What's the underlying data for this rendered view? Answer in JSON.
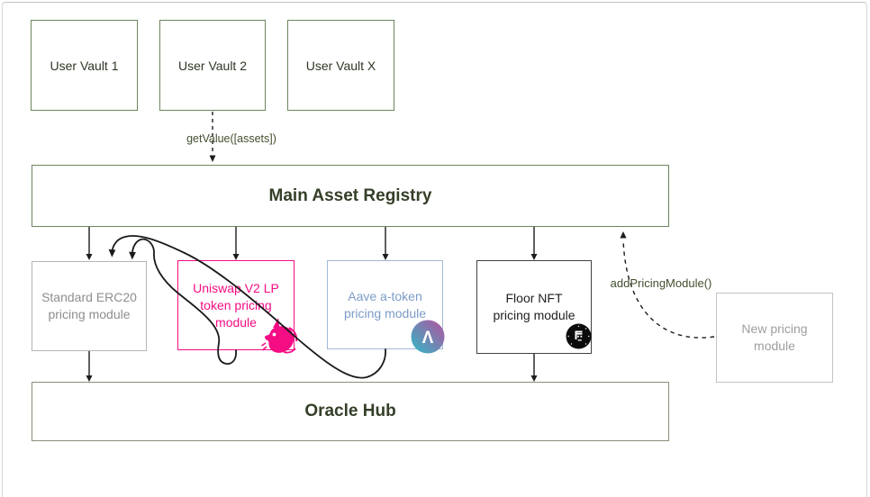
{
  "diagram": {
    "vaults": [
      {
        "label": "User Vault 1"
      },
      {
        "label": "User Vault 2"
      },
      {
        "label": "User Vault X"
      }
    ],
    "registry": {
      "title": "Main Asset Registry"
    },
    "hub": {
      "title": "Oracle Hub"
    },
    "calls": {
      "get_value": "getValue([assets])",
      "add_pricing_module": "addPricingModule()"
    },
    "modules": [
      {
        "name": "standard-erc20-pricing-module",
        "lines": [
          "Standard ERC20",
          "pricing module"
        ]
      },
      {
        "name": "uniswap-v2-lp-pricing-module",
        "lines": [
          "Uniswap V2 LP",
          "token pricing",
          "module"
        ],
        "icon": "unicorn-icon"
      },
      {
        "name": "aave-a-token-pricing-module",
        "lines": [
          "Aave a-token",
          "pricing module"
        ],
        "icon": "aave-circle-icon",
        "icon_glyph": "Λ"
      },
      {
        "name": "floor-nft-pricing-module",
        "lines": [
          "Floor NFT",
          "pricing module"
        ],
        "icon": "nft-badge-icon"
      }
    ],
    "new_module": {
      "lines": [
        "New pricing",
        "module"
      ]
    },
    "colors": {
      "box_green": "#6d855d",
      "title_text": "#343f28",
      "label_text": "#42502f",
      "gray_border": "#b5b5b5",
      "gray_text": "#8e8e8e",
      "uniswap_pink": "#f50d84",
      "aave_border": "#a2b8d4",
      "aave_text": "#7c9cc6",
      "aave_teal": "#2ebac6",
      "aave_purple": "#b6509e",
      "nft_border": "#424242",
      "hub_border": "#8c8d79",
      "arrow_black": "#1c1c1c"
    }
  }
}
